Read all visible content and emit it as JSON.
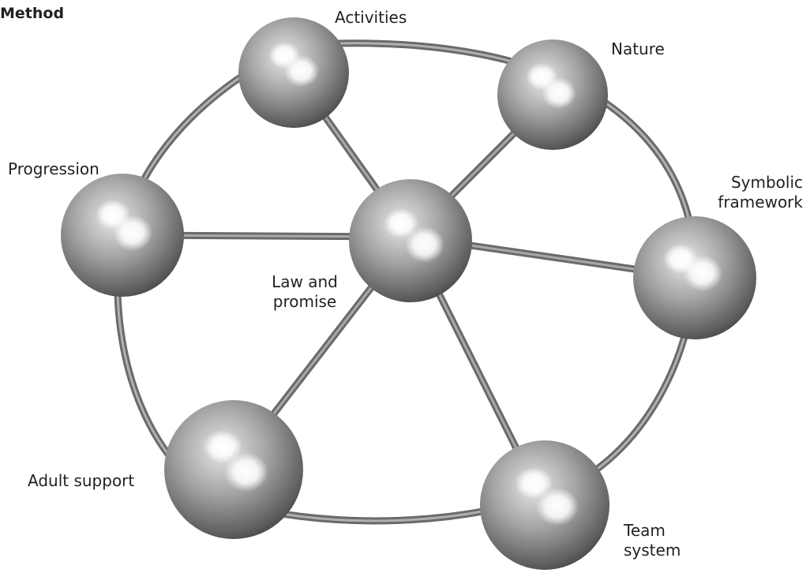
{
  "title": "Method",
  "nodes": {
    "activities": {
      "label": "Activities"
    },
    "nature": {
      "label": "Nature"
    },
    "progression": {
      "label": "Progression"
    },
    "symbolic_framework": {
      "lines": [
        "Symbolic",
        "framework"
      ]
    },
    "law_and_promise": {
      "lines": [
        "Law and",
        "promise"
      ]
    },
    "adult_support": {
      "label": "Adult support"
    },
    "team_system": {
      "lines": [
        "Team",
        "system"
      ]
    }
  },
  "colors": {
    "sphere_highlight": "#ffffff",
    "sphere_mid": "#9a9a9a",
    "sphere_dark": "#3c3c3c",
    "connector": "#7a7a7a",
    "text": "#231f20"
  }
}
